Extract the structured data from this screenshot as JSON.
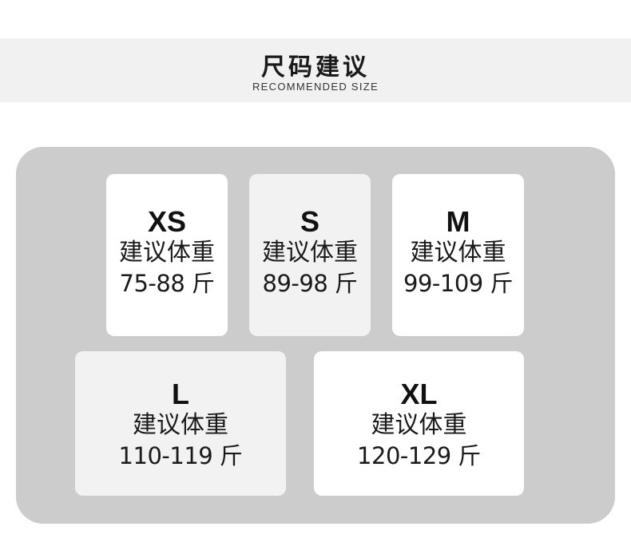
{
  "header": {
    "title": "尺码建议",
    "subtitle": "RECOMMENDED SIZE"
  },
  "sizes": [
    {
      "size": "XS",
      "label": "建议体重",
      "range": "75-88 斤"
    },
    {
      "size": "S",
      "label": "建议体重",
      "range": "89-98 斤"
    },
    {
      "size": "M",
      "label": "建议体重",
      "range": "99-109 斤"
    },
    {
      "size": "L",
      "label": "建议体重",
      "range": "110-119 斤"
    },
    {
      "size": "XL",
      "label": "建议体重",
      "range": "120-129 斤"
    }
  ],
  "colors": {
    "header_band": "#f1f1f1",
    "panel": "#cccccc",
    "card_white": "#ffffff",
    "card_grey": "#f2f2f2",
    "text": "#1a1a1a"
  }
}
